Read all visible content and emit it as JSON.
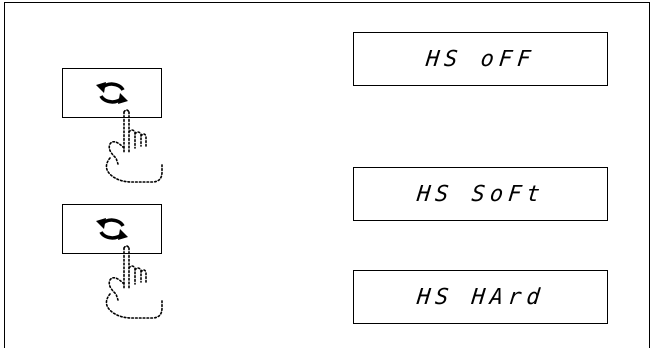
{
  "keys": [
    {
      "icon": "rotate-arrows-icon"
    },
    {
      "icon": "rotate-arrows-icon"
    }
  ],
  "hands": [
    {
      "icon": "pressing-hand-icon"
    },
    {
      "icon": "pressing-hand-icon"
    }
  ],
  "displays": [
    {
      "text": "HS oFF"
    },
    {
      "text": "HS SoFt"
    },
    {
      "text": "HS HArd"
    }
  ]
}
